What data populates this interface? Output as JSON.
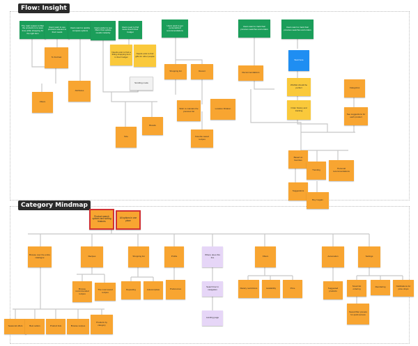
{
  "sections": {
    "top_title": "Flow: Insight",
    "bottom_title": "Category Mindmap"
  },
  "colors": {
    "green": "#1b9e5a",
    "orange": "#f8a531",
    "yellow": "#fac93b",
    "blue": "#1f8ef2",
    "lavender": "#e6d6f7",
    "root_border": "#d23232",
    "connector": "#c7c7c7"
  },
  "top_notes": {
    "g1": "The main reason to filter the products is to save time while shopping for the right item",
    "g2": "Users want to see products relevant to their needs",
    "g3": "Users want to quickly compare options",
    "g4": "Users prefer to see filters that update results instantly",
    "g5": "Users need to find items that fit their budget",
    "g6": "Users want to get personalized recommendations",
    "g7": "Users want to track their previous searches and orders",
    "o_fast": "To find fast",
    "o_filters": "Filters",
    "o_attr": "Attributes",
    "y_needs1": "Needs exist to find a fitting shopping item in their budget",
    "y_needs2": "Needs exist to find gifts for other people",
    "w_scroll": "Scrolling mode",
    "o_size": "Size",
    "o_brand": "Brands",
    "o_shop": "Shopping list",
    "o_recent": "Recent",
    "o_wish": "Wish to maintain the previous list",
    "o_lcl": "Location filtration",
    "o_fav": "Favorite saved recipes",
    "o_rec": "Recommendations",
    "o_catg": "Categories",
    "o_suggest": "See suggestions for each product",
    "b_start": "Start here",
    "y_perfect": "Wishlist should be perfect",
    "y_history": "Order history and tracking",
    "o_r1": "Based on favorites",
    "o_r2": "Trending",
    "o_r3": "Personal recommendations",
    "o_r4": "Suggestions",
    "o_r5": "Buy it again"
  },
  "mindmap": {
    "root_a": "Product search options and sorting features",
    "root_b": "All options in one place",
    "cats": {
      "c1": "Browse over the entire catalogue",
      "c2": "Recipes",
      "c3": "Shopping list",
      "c4": "Profile",
      "c5": "Where does this live",
      "c6": "Filters",
      "c7": "Automation",
      "c8": "Settings"
    },
    "leaves": {
      "c2a": "Browse recommended recipes",
      "c2b": "The most saved recipes",
      "c3a": "Repeating",
      "c3b": "Autocomplete",
      "c4a": "Preferences",
      "c5a": "Search bar in navigation",
      "c5b": "Landing page",
      "c6a": "Dietary restrictions",
      "c6b": "Availability",
      "c6c": "Price",
      "c7a": "Suggested products",
      "c8a": "Smart list ordering",
      "c8b": "Reordering",
      "c8c": "Notifications for price drops",
      "c8d": "Saved filter presets for quick access",
      "b1": "Seasonal offers",
      "b2": "Best sellers",
      "b3": "Product lists",
      "b4": "Browse recipes",
      "b5": "Products by category"
    }
  }
}
